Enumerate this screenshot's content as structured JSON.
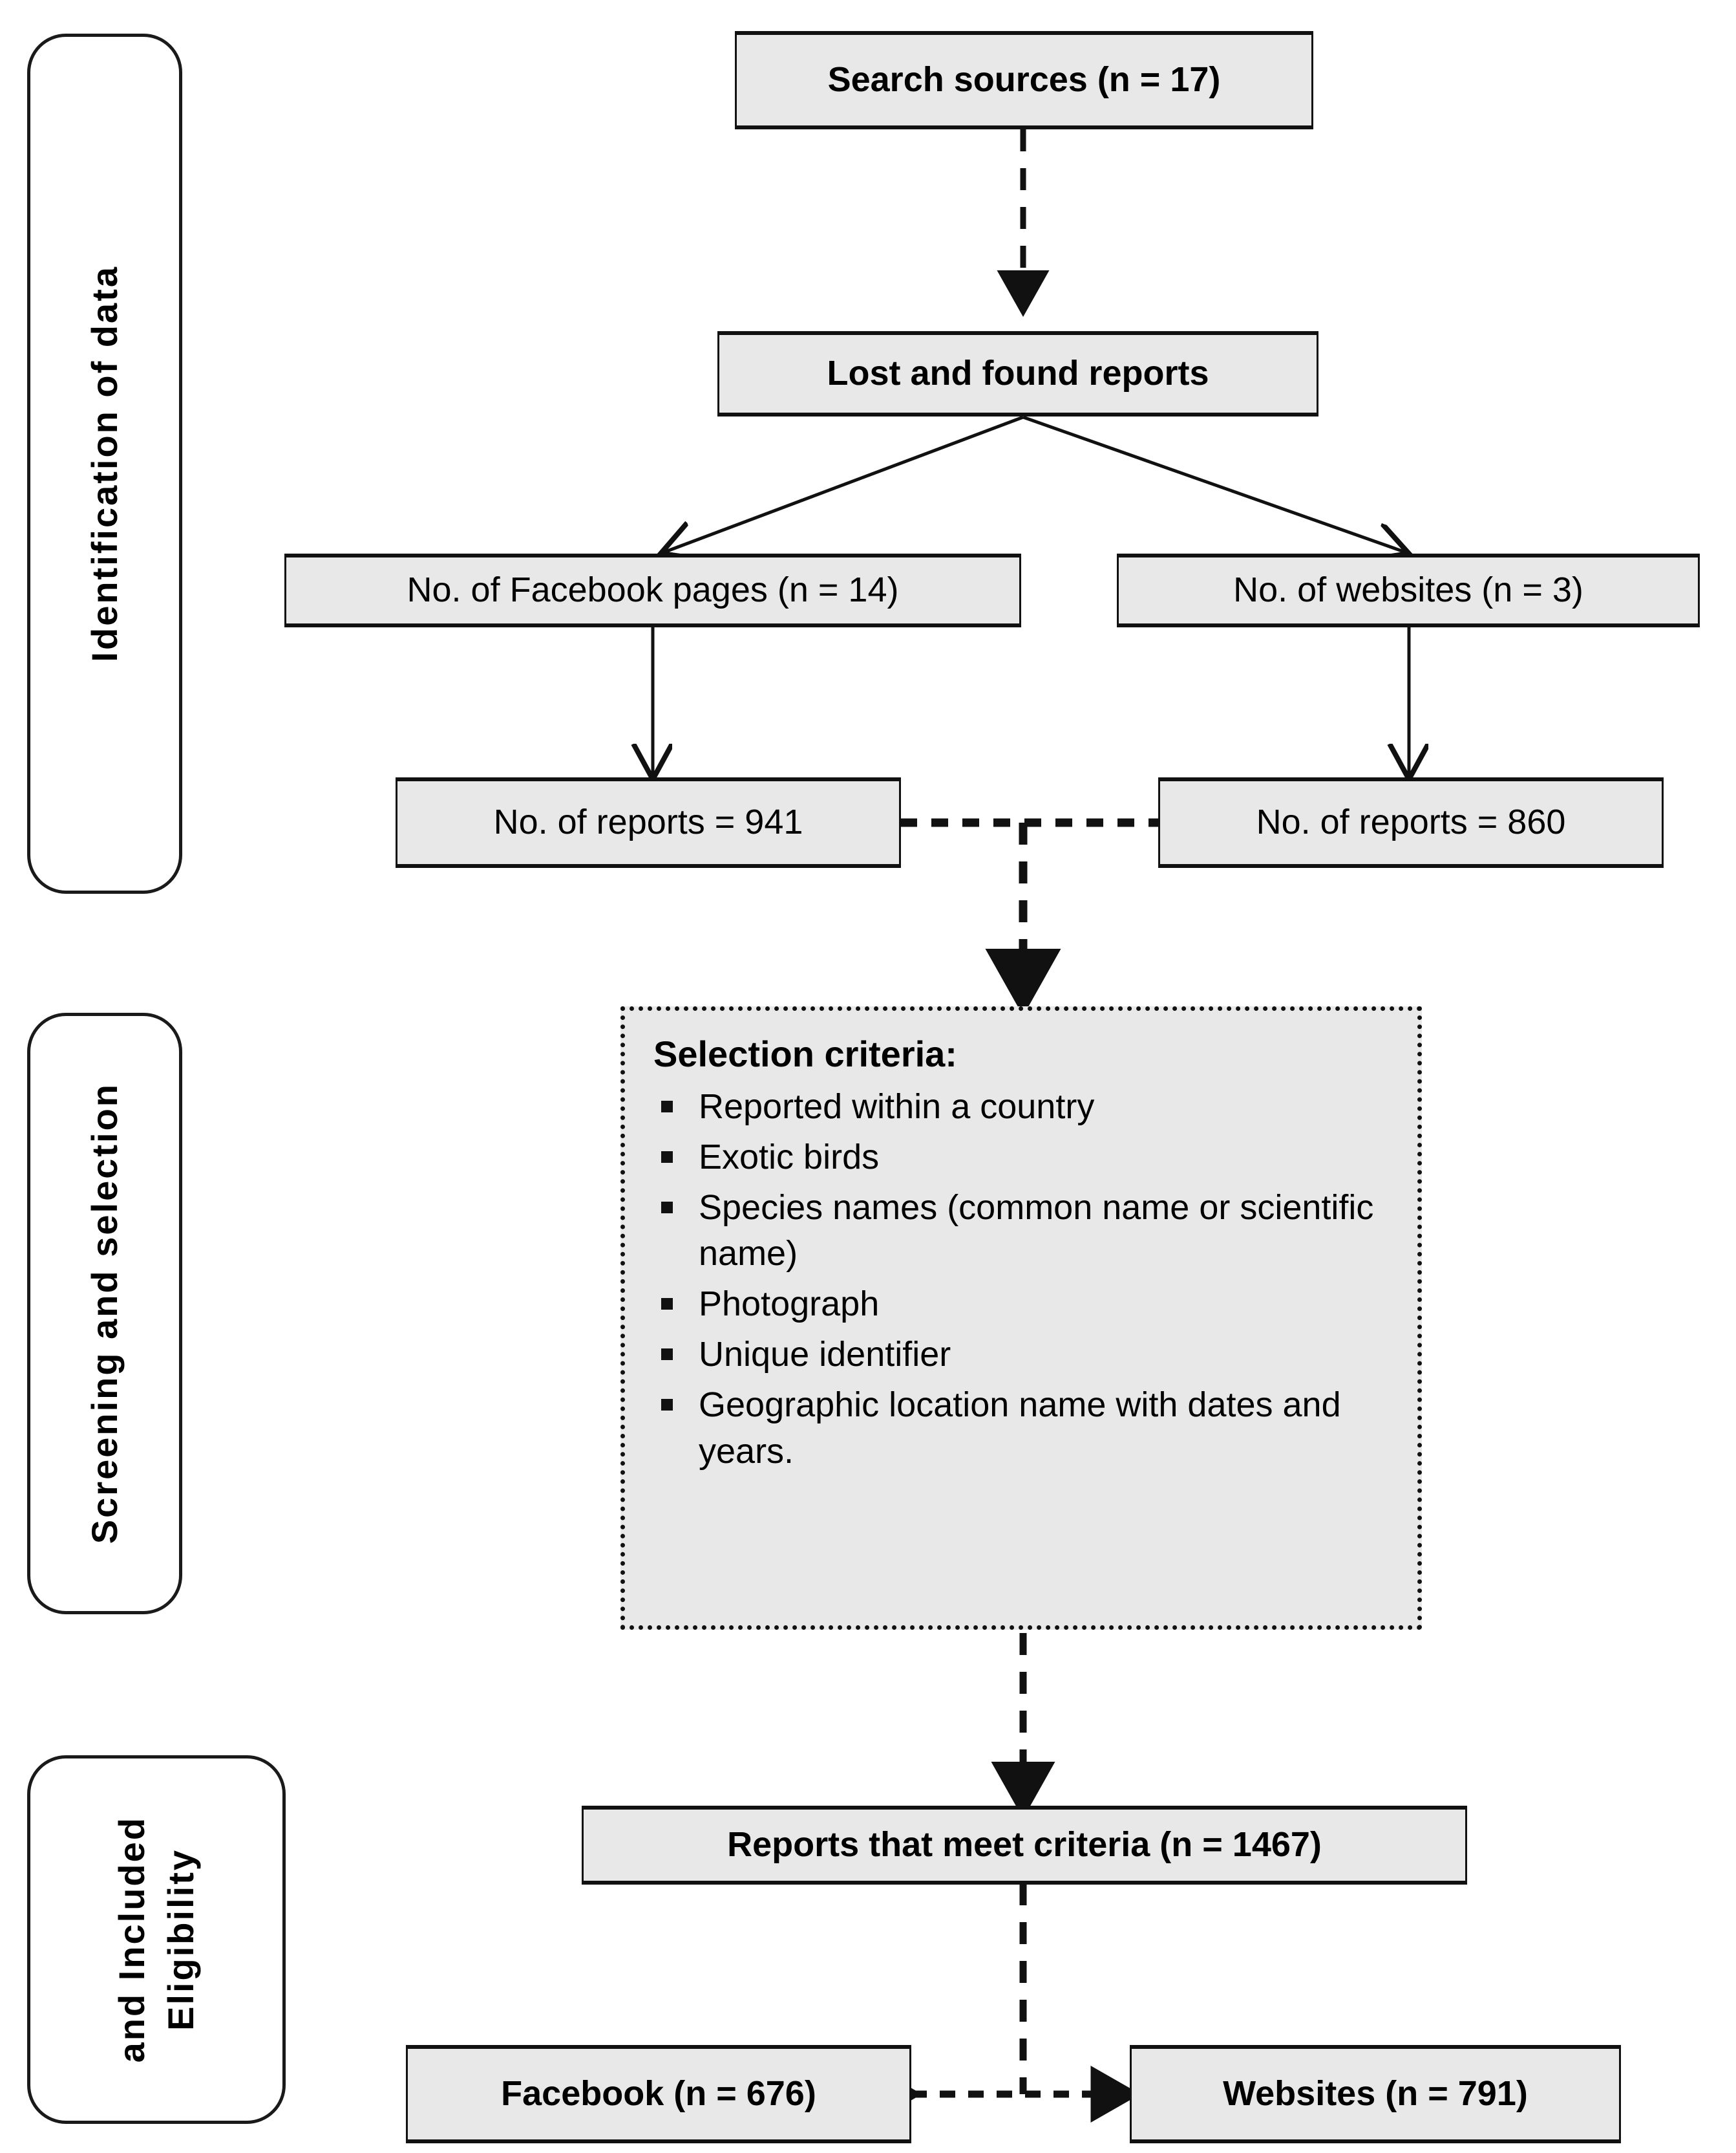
{
  "diagram": {
    "type": "flowchart",
    "title": "PRISMA-style flow diagram of lost and found exotic bird report screening",
    "stages": [
      {
        "id": "identification",
        "label": "Identification of data"
      },
      {
        "id": "screening",
        "label": "Screening and selection"
      },
      {
        "id": "eligibility",
        "label_line1": "Eligibility",
        "label_line2": "and Included"
      }
    ],
    "nodes": {
      "search_sources": {
        "label": "Search sources (n = 17)",
        "n": 17
      },
      "lost_found": {
        "label": "Lost and found reports"
      },
      "facebook_pages": {
        "label": "No. of Facebook pages (n = 14)",
        "n": 14
      },
      "websites_count": {
        "label": "No. of websites (n = 3)",
        "n": 3
      },
      "reports_fb": {
        "label": "No. of reports = 941",
        "n": 941
      },
      "reports_web": {
        "label": "No. of reports = 860",
        "n": 860
      },
      "reports_meet": {
        "label": "Reports that meet criteria (n = 1467)",
        "n": 1467
      },
      "facebook_final": {
        "label": "Facebook (n = 676)",
        "n": 676
      },
      "websites_final": {
        "label": "Websites (n = 791)",
        "n": 791
      }
    },
    "criteria": {
      "title": "Selection criteria:",
      "items": [
        "Reported within a country",
        "Exotic birds",
        "Species names (common  name or scientific name)",
        "Photograph",
        "Unique identifier",
        "Geographic location name with dates and years."
      ]
    },
    "colors": {
      "box_fill": "#e8e8e8",
      "box_border": "#111111",
      "background": "#ffffff",
      "text": "#000000"
    }
  }
}
